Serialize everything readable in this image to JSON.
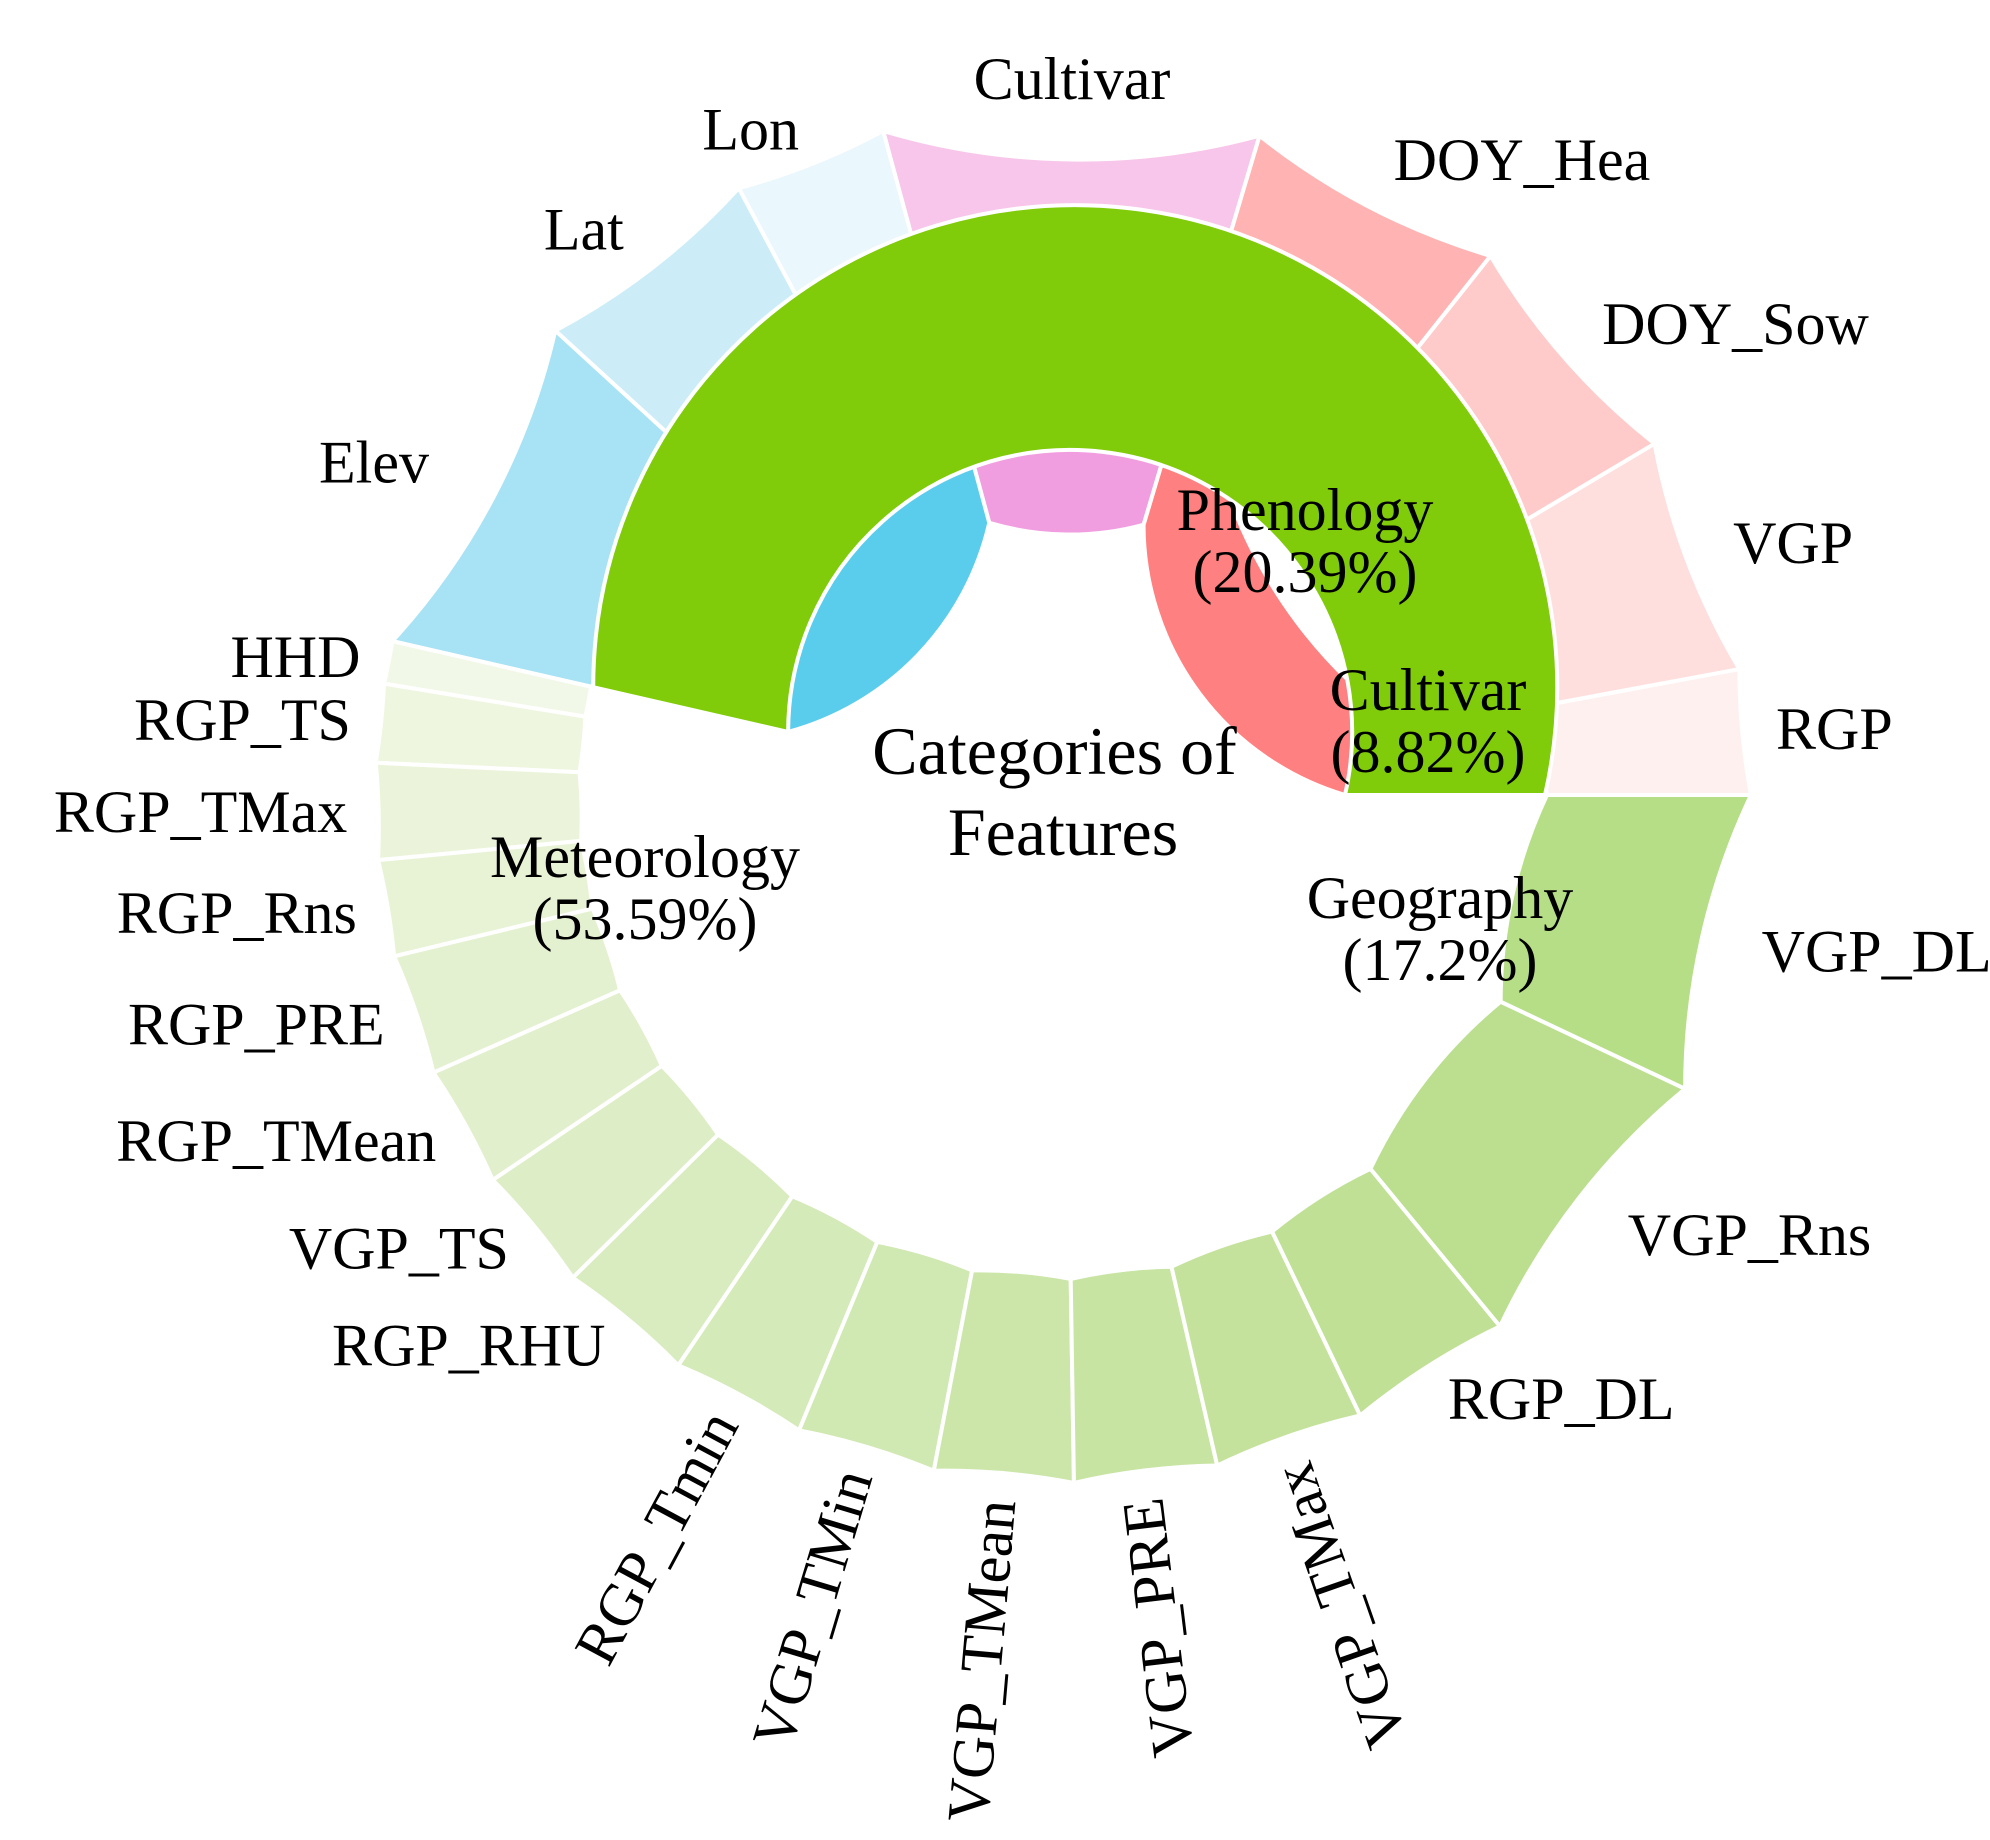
{
  "chart_data": {
    "type": "sunburst",
    "center_label": [
      "Categories of",
      "Features"
    ],
    "categories": [
      {
        "name": "Phenology",
        "percent_label": "(20.39%)",
        "value": 20.39,
        "color": "#ff8080",
        "features": [
          {
            "name": "RGP",
            "value": 2.93,
            "color": "#fff0f0"
          },
          {
            "name": "VGP",
            "value": 5.6,
            "color": "#ffdede"
          },
          {
            "name": "DOY_Sow",
            "value": 5.8,
            "color": "#ffcaca"
          },
          {
            "name": "DOY_Hea",
            "value": 6.06,
            "color": "#ffb3b3"
          }
        ]
      },
      {
        "name": "Cultivar",
        "percent_label": "(8.82%)",
        "value": 8.82,
        "color": "#f09ee0",
        "features": [
          {
            "name": "Cultivar",
            "value": 8.82,
            "color": "#f7c6ea"
          }
        ]
      },
      {
        "name": "Geography",
        "percent_label": "(17.2%)",
        "value": 17.2,
        "color": "#5bcdec",
        "features": [
          {
            "name": "Lon",
            "value": 3.6,
            "color": "#eaf7fc"
          },
          {
            "name": "Lat",
            "value": 5.4,
            "color": "#ccedf8"
          },
          {
            "name": "Elev",
            "value": 8.2,
            "color": "#a7e2f5"
          }
        ]
      },
      {
        "name": "Meteorology",
        "percent_label": "(53.59%)",
        "value": 53.59,
        "color": "#80cb0a",
        "features": [
          {
            "name": "HHD",
            "value": 1.2,
            "color": "#f2f8e8"
          },
          {
            "name": "RGP_TS",
            "value": 2.2,
            "color": "#eef6e0"
          },
          {
            "name": "RGP_TMax",
            "value": 2.7,
            "color": "#ebf4db"
          },
          {
            "name": "RGP_Rns",
            "value": 2.7,
            "color": "#e8f3d6"
          },
          {
            "name": "RGP_PRE",
            "value": 3.4,
            "color": "#e4f1d1"
          },
          {
            "name": "RGP_TMean",
            "value": 3.4,
            "color": "#e1efcc"
          },
          {
            "name": "VGP_TS",
            "value": 3.5,
            "color": "#ddeec6"
          },
          {
            "name": "RGP_RHU",
            "value": 3.8,
            "color": "#d8ecbf"
          },
          {
            "name": "RGP_Tmin",
            "value": 3.8,
            "color": "#d4eab8"
          },
          {
            "name": "VGP_TMin",
            "value": 3.9,
            "color": "#d0e8b1"
          },
          {
            "name": "VGP_TMean",
            "value": 3.9,
            "color": "#cce6aa"
          },
          {
            "name": "VGP_PRE",
            "value": 4.0,
            "color": "#c8e4a3"
          },
          {
            "name": "VGP_TMax",
            "value": 4.2,
            "color": "#c4e29c"
          },
          {
            "name": "RGP_DL",
            "value": 4.6,
            "color": "#c0e096"
          },
          {
            "name": "VGP_Rns",
            "value": 8.4,
            "color": "#bbdf8f"
          },
          {
            "name": "VGP_DL",
            "value": 8.4,
            "color": "#b6de86"
          }
        ]
      }
    ]
  }
}
